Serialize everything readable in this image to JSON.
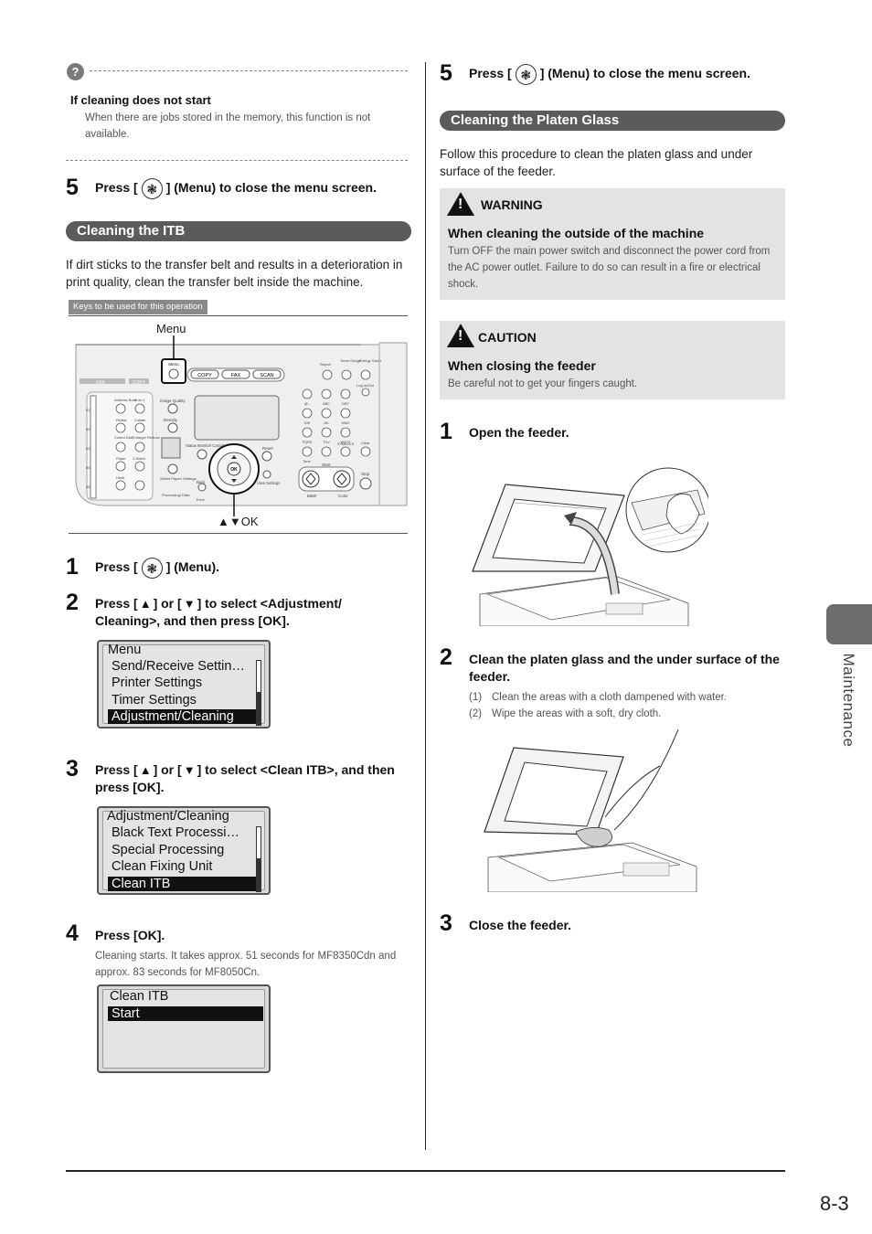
{
  "left": {
    "note": {
      "title": "If cleaning does not start",
      "body": "When there are jobs stored in the memory, this function is not available."
    },
    "step5": {
      "num": "5",
      "pre": "Press [",
      "post": "] (Menu) to close the menu screen."
    },
    "section_title": "Cleaning the ITB",
    "intro": "If dirt sticks to the transfer belt and results in a deterioration in print quality, clean the transfer belt inside the machine.",
    "keys_label": "Keys to be used for this operation",
    "panel": {
      "menu_callout": "Menu",
      "ok_callout": "▲▼OK",
      "buttons": {
        "copy": "COPY",
        "fax": "FAX",
        "scan": "SCAN",
        "fax_tab": "FAX",
        "copy_tab": "COPY",
        "report": "Report",
        "toner": "Toner Gauge",
        "energy": "Energy Saver",
        "login": "Log In/Out",
        "image_quality": "Image Quality",
        "density": "Density",
        "status": "Status Monitor/ Cancel",
        "reset": "Reset",
        "back": "Back",
        "view": "View Settings",
        "start": "Start",
        "stop": "Stop",
        "bw": "B&W",
        "color": "Color",
        "processing": "Processing/ Data",
        "error": "Error",
        "select_paper": "Select Paper/ Settings",
        "clear": "Clear",
        "tone": "Tone",
        "menu_key": "Menu",
        "ok_key": "OK"
      },
      "keypad": [
        "@.-",
        "ABC",
        "DEF",
        "GHI",
        "JKL",
        "MNO",
        "PQRS",
        "TUV",
        "WXYZ",
        "",
        "",
        "SYMBOLS"
      ],
      "one_touch": [
        "Address Book",
        "N on 1",
        "Redial",
        "Collate",
        "Coded Dial",
        "Enlarge/ Reduce",
        "Paper",
        "2-Sided",
        "Hook",
        ""
      ],
      "one_touch_nums": [
        "01",
        "02",
        "03",
        "04",
        "05"
      ]
    },
    "step1": {
      "num": "1",
      "pre": "Press [",
      "post": "] (Menu)."
    },
    "step2": {
      "num": "2",
      "pre": "Press [",
      "mid": "] or [",
      "post": "] to select <Adjustment/ Cleaning>, and then press [OK]."
    },
    "lcd1": {
      "title": "Menu",
      "rows": [
        "Send/Receive Settin…",
        "Printer Settings",
        "Timer Settings",
        "Adjustment/Cleaning"
      ]
    },
    "step3": {
      "num": "3",
      "pre": "Press [",
      "mid": "] or [",
      "post": "] to select <Clean ITB>, and then press [OK]."
    },
    "lcd2": {
      "title": "Adjustment/Cleaning",
      "rows": [
        "Black Text Processi…",
        "Special Processing",
        "Clean Fixing Unit",
        "Clean ITB"
      ]
    },
    "step4": {
      "num": "4",
      "text": "Press [OK].",
      "detail": "Cleaning starts. It takes approx. 51 seconds for MF8350Cdn and approx. 83 seconds for MF8050Cn."
    },
    "lcd3": {
      "title": "Clean ITB",
      "rows": [
        "Start"
      ]
    }
  },
  "right": {
    "step5": {
      "num": "5",
      "pre": "Press [",
      "post": "] (Menu) to close the menu screen."
    },
    "section_title": "Cleaning the Platen Glass",
    "intro": "Follow this procedure to clean the platen glass and under surface of the feeder.",
    "warning": {
      "label": "WARNING",
      "title": "When cleaning the outside of the machine",
      "body": "Turn OFF the main power switch and disconnect the power cord from the AC power outlet. Failure to do so can result in a fire or electrical shock."
    },
    "caution": {
      "label": "CAUTION",
      "title": "When closing the feeder",
      "body": "Be careful not to get your fingers caught."
    },
    "step1": {
      "num": "1",
      "text": "Open the feeder."
    },
    "step2": {
      "num": "2",
      "text": "Clean the platen glass and the under surface of the feeder.",
      "substeps": [
        {
          "n": "(1)",
          "t": "Clean the areas with a cloth dampened with water."
        },
        {
          "n": "(2)",
          "t": "Wipe the areas with a soft, dry cloth."
        }
      ]
    },
    "step3": {
      "num": "3",
      "text": "Close the feeder."
    }
  },
  "side_tab_label": "Maintenance",
  "page_number": "8-3"
}
